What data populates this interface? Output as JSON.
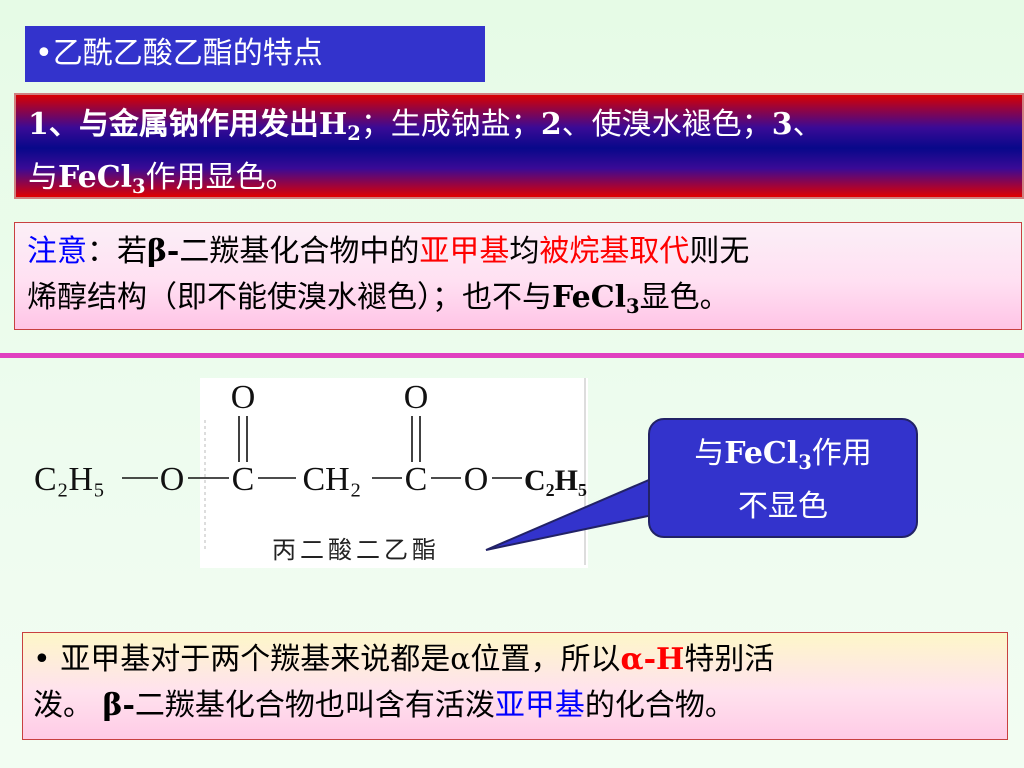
{
  "title": "•乙酰乙酸乙酯的特点",
  "features": {
    "part1": "1、与金属钠作用发出",
    "h": "H",
    "h_sub": "2",
    "part2": "；生成钠盐；",
    "num2": "2",
    "part3": "、使溴水褪色；",
    "num3": "3",
    "part4": "、",
    "line2_pre": "与",
    "fecl": "FeCl",
    "fecl_sub": "3",
    "line2_post": "作用显色。"
  },
  "note": {
    "label": "注意",
    "colon_if": "：若",
    "beta": "β-",
    "text1": "二羰基化合物中的",
    "methylene": "亚甲基",
    "jun": "均",
    "alkylated": "被烷基取代",
    "text2": "则无",
    "line2": "烯醇结构（即不能使溴水褪色）；也不与",
    "fecl": "FeCl",
    "fecl_sub": "3",
    "line2_end": "显色。"
  },
  "molecule": {
    "o_left": "O",
    "o_right": "O",
    "c2h5_left": "C₂H₅",
    "o1": "O",
    "c1": "C",
    "ch2": "CH₂",
    "c2": "C",
    "o2": "O",
    "c2h5_right": "C₂H₅",
    "name": "丙二酸二乙酯"
  },
  "callout": {
    "line1_pre": "与",
    "fecl": "FeCl",
    "fecl_sub": "3",
    "line1_post": "作用",
    "line2": "不显色"
  },
  "bottom": {
    "text1": "• 亚甲基对于两个羰基来说都是",
    "alpha": "α",
    "text2": "位置，所以",
    "alpha_h": "α-H",
    "text3": "特别活",
    "line2_pre": "泼。 ",
    "beta": "β-",
    "line2_mid": "二羰基化合物也叫含有活泼",
    "methylene": "亚甲基",
    "line2_end": "的化合物。"
  },
  "colors": {
    "title_bg": "#3333cc",
    "highlight_red": "#ff0000",
    "highlight_blue": "#0000ff",
    "divider": "#e040c0"
  }
}
